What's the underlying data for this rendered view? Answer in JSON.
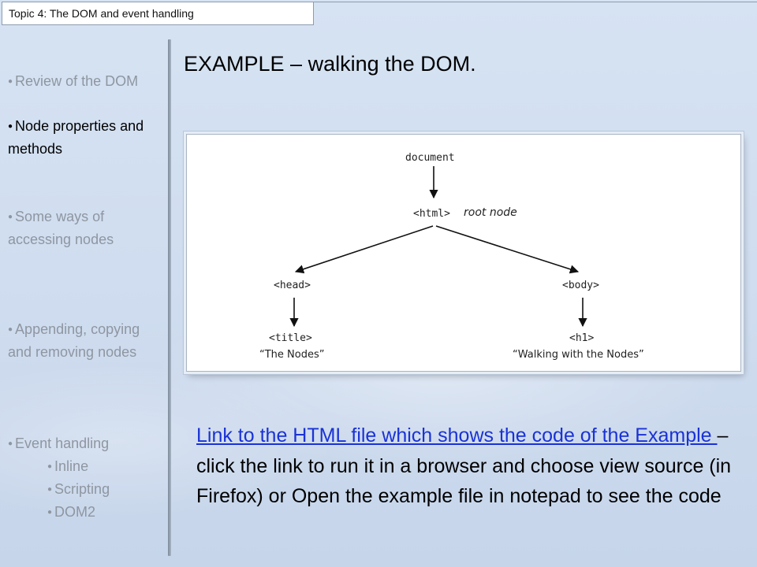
{
  "topic_label": "Topic 4: The DOM and event handling",
  "sidebar": {
    "items": [
      {
        "label": "Review of the DOM"
      },
      {
        "label": "Node properties and methods"
      },
      {
        "label": "Some ways of accessing nodes"
      },
      {
        "label": "Appending, copying and removing nodes"
      },
      {
        "label": "Event handling"
      }
    ],
    "subitems": [
      {
        "label": "Inline"
      },
      {
        "label": "Scripting"
      },
      {
        "label": "DOM2"
      }
    ]
  },
  "slide_title": "EXAMPLE – walking the DOM.",
  "diagram": {
    "document": "document",
    "html": "<html>",
    "root_label": "root node",
    "head": "<head>",
    "body": "<body>",
    "title_tag": "<title>",
    "title_text": "“The Nodes”",
    "h1_tag": "<h1>",
    "h1_text": "“Walking with the Nodes”"
  },
  "paragraph": {
    "link_text": "Link to the HTML file which shows the code of the Example ",
    "rest_text": "–click the link to run it in a browser and choose view source (in Firefox) or Open the example file  in notepad to see the code"
  }
}
